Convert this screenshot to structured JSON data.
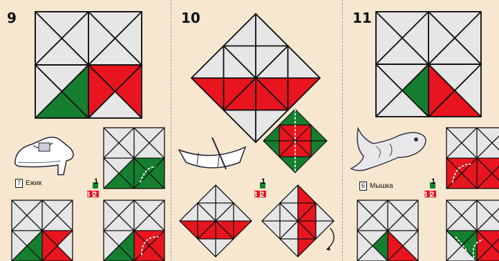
{
  "panels": [
    {
      "number": "9",
      "label_num": "7",
      "label_text": "Ежик",
      "steps": [
        "1",
        "2",
        "3"
      ]
    },
    {
      "number": "10",
      "label_num": "",
      "label_text": "",
      "steps": [
        "1",
        "2",
        "3"
      ]
    },
    {
      "number": "11",
      "label_num": "6",
      "label_text": "Мышка",
      "steps": [
        "1",
        "2",
        "3"
      ]
    }
  ],
  "colors": {
    "red": "#e8141e",
    "green": "#157f2f",
    "grey": "#e6e6e6",
    "paper": "#f7e7d0"
  },
  "icons": [
    "shoe-illustration",
    "boat-illustration",
    "fish-illustration",
    "step-order-icon",
    "fold-arrow-icon"
  ]
}
